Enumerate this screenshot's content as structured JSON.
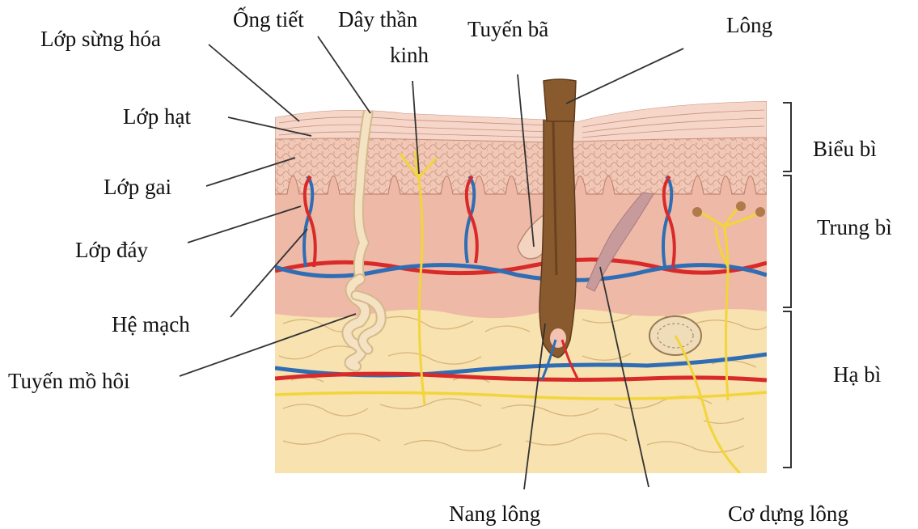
{
  "labels": {
    "stratum_corneum": "Lớp sừng hóa",
    "sweat_duct": "Ống tiết",
    "nerve_line1": "Dây thần",
    "nerve_line2": "kinh",
    "sebaceous_gland": "Tuyến bã",
    "hair": "Lông",
    "stratum_granulosum": "Lớp hạt",
    "stratum_spinosum": "Lớp gai",
    "stratum_basale": "Lớp đáy",
    "vascular_system": "Hệ mạch",
    "sweat_gland": "Tuyến mồ hôi",
    "hair_follicle": "Nang lông",
    "arrector_pili": "Cơ dựng lông"
  },
  "layers": {
    "epidermis": "Biểu bì",
    "dermis": "Trung bì",
    "hypodermis": "Hạ bì"
  },
  "colors": {
    "fat": "#f7e2b0",
    "fat_line": "#d9b57a",
    "dermis": "#eeb9a6",
    "epidermis": "#f1c7b6",
    "stratum_corneum": "#f5d6c9",
    "hair": "#8a5a2f",
    "artery": "#d92a2a",
    "vein": "#2f6db5",
    "nerve": "#f2d53a",
    "sweat_gland": "#f4e2c2",
    "muscle": "#c79a9c",
    "leader": "#333333"
  }
}
